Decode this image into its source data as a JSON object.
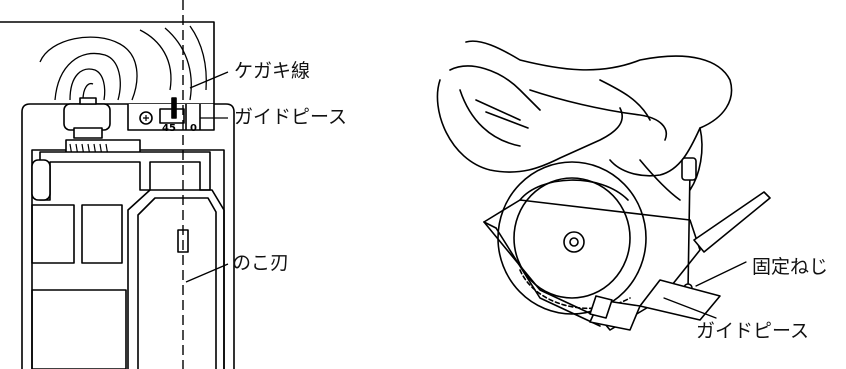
{
  "left_figure": {
    "labels": {
      "marking_line": "ケガキ線",
      "guide_piece": "ガイドピース",
      "saw_blade": "のこ刃"
    },
    "scale": {
      "mark_45": "45",
      "mark_0": "0"
    }
  },
  "right_figure": {
    "labels": {
      "fixing_screw": "固定ねじ",
      "guide_piece": "ガイドピース"
    }
  },
  "colors": {
    "line": "#000000",
    "background": "#ffffff"
  }
}
